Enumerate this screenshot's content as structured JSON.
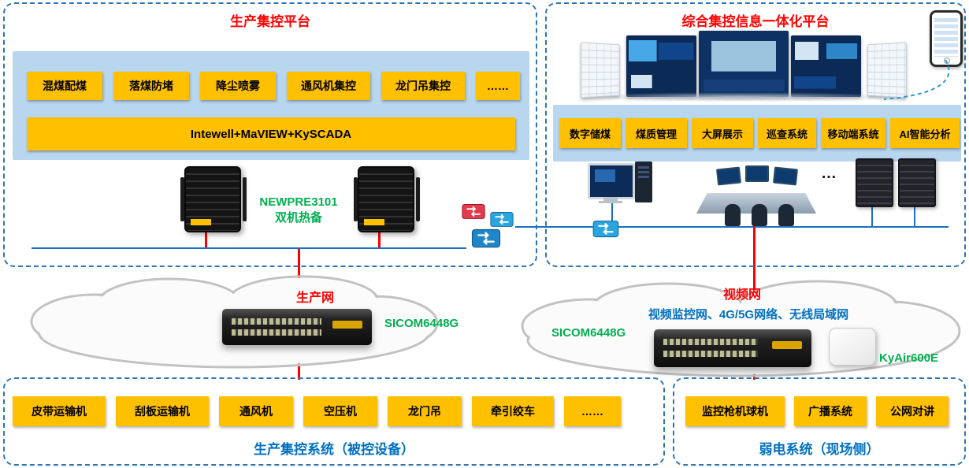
{
  "production_platform": {
    "title": "生产集控平台",
    "modules": [
      "混煤配煤",
      "落煤防堵",
      "降尘喷雾",
      "通风机集控",
      "龙门吊集控",
      "……"
    ],
    "software_bar": "Intewell+MaVIEW+KySCADA",
    "server_label_line1": "NEWPRE3101",
    "server_label_line2": "双机热备"
  },
  "integrated_platform": {
    "title": "综合集控信息一体化平台",
    "modules": [
      "数字储煤",
      "煤质管理",
      "大屏展示",
      "巡查系统",
      "移动端系统",
      "AI智能分析"
    ],
    "ellipsis": "…"
  },
  "production_network": {
    "label": "生产网",
    "switch_model": "SICOM6448G"
  },
  "video_network": {
    "label": "视频网",
    "description": "视频监控网、4G/5G网络、无线局域网",
    "switch_model": "SICOM6448G",
    "ap_model": "KyAir600E"
  },
  "controlled_system": {
    "title": "生产集控系统（被控设备）",
    "devices": [
      "皮带运输机",
      "刮板运输机",
      "通风机",
      "空压机",
      "龙门吊",
      "牵引绞车",
      "……"
    ]
  },
  "weak_current_system": {
    "title": "弱电系统（现场侧）",
    "devices": [
      "监控枪机球机",
      "广播系统",
      "公网对讲"
    ]
  },
  "colors": {
    "title_red": "#ff0000",
    "title_blue": "#0070c0",
    "module_yellow": "#ffc000",
    "label_green": "#00b050",
    "panel_border_blue": "#2e75b6",
    "line_red": "#ff0000",
    "line_blue": "#1f6fc0"
  }
}
